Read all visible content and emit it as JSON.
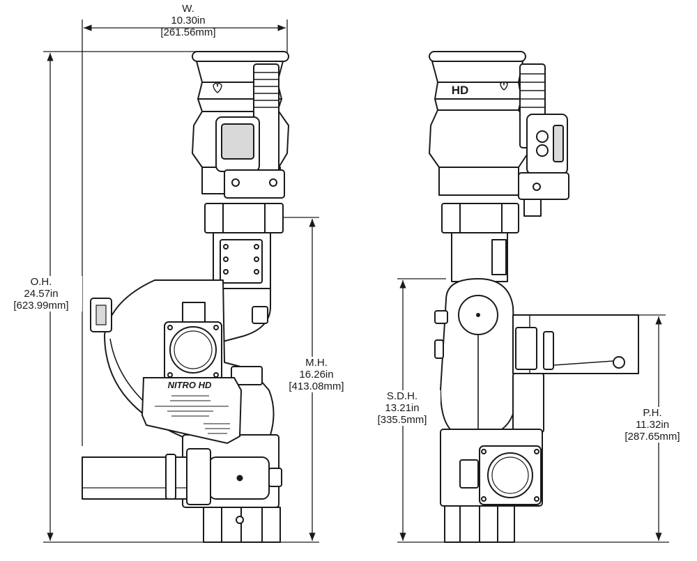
{
  "dimensions": {
    "width": {
      "label": "W.",
      "imperial": "10.30in",
      "metric": "[261.56mm]"
    },
    "overall": {
      "label": "O.H.",
      "imperial": "24.57in",
      "metric": "[623.99mm]"
    },
    "mount": {
      "label": "M.H.",
      "imperial": "16.26in",
      "metric": "[413.08mm]"
    },
    "sdh": {
      "label": "S.D.H.",
      "imperial": "13.21in",
      "metric": "[335.5mm]"
    },
    "ph": {
      "label": "P.H.",
      "imperial": "11.32in",
      "metric": "[287.65mm]"
    }
  },
  "product": {
    "plate_title": "NITRO HD",
    "side_mark": "HD"
  },
  "colors": {
    "line": "#1a1a1a",
    "fill": "#ffffff",
    "shade": "#d9d9d9"
  }
}
